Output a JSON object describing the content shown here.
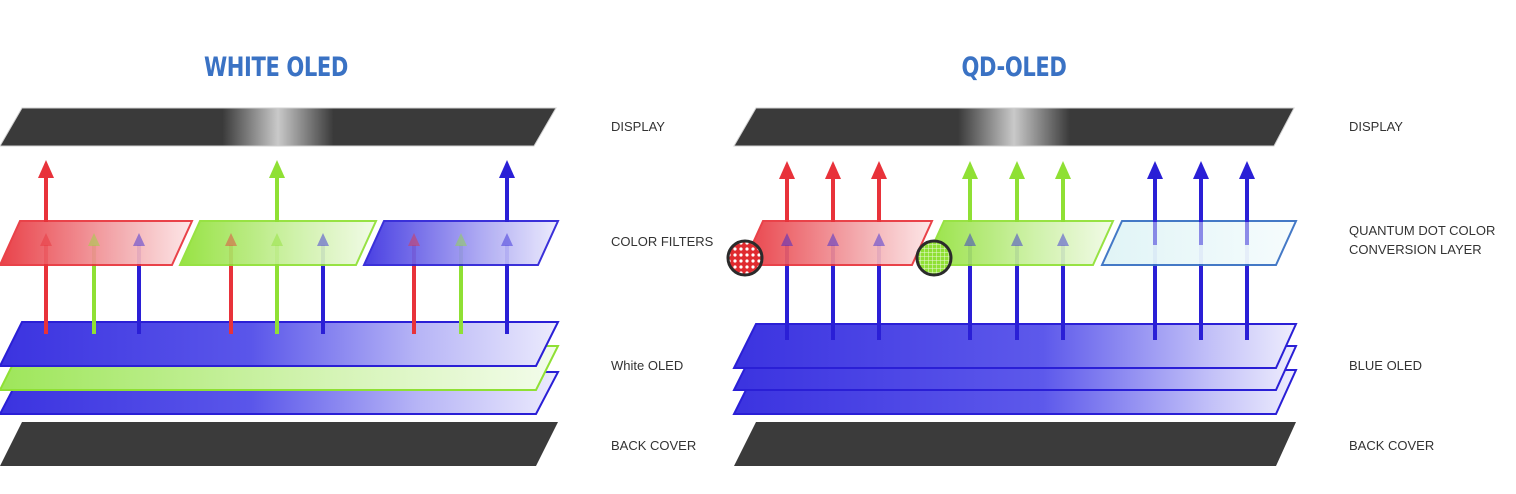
{
  "colors": {
    "title": "#3a72c4",
    "red": "#e8323a",
    "green": "#8fe034",
    "blue": "#2a1fd6",
    "dark": "#3b3b3b",
    "label": "#333333"
  },
  "left": {
    "title": "WHITE OLED",
    "labels": {
      "display": "DISPLAY",
      "color_filters": "COLOR FILTERS",
      "oled": "White OLED",
      "back_cover": "BACK COVER"
    }
  },
  "right": {
    "title": "QD-OLED",
    "labels": {
      "display": "DISPLAY",
      "color_conversion_line1": "QUANTUM DOT COLOR",
      "color_conversion_line2": "CONVERSION LAYER",
      "oled": "BLUE OLED",
      "back_cover": "BACK COVER"
    }
  }
}
